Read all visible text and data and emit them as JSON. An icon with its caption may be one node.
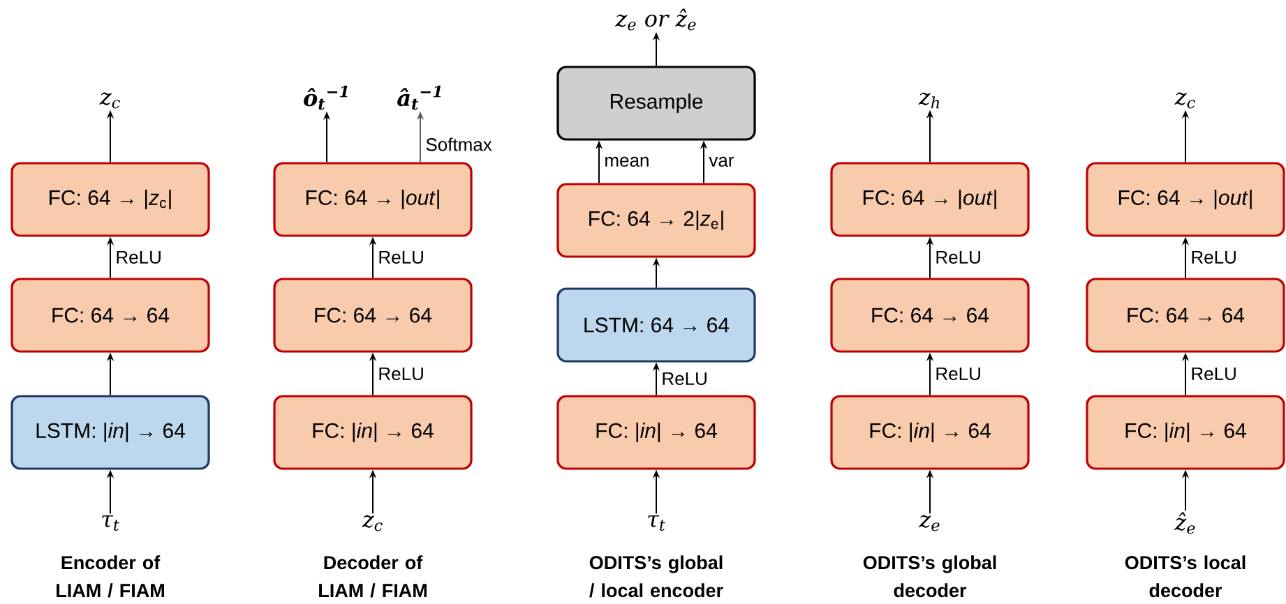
{
  "diagram": {
    "nodes": [
      {
        "text": [
          "z$_{c}$"
        ]
      },
      {
        "text": [
          "FC: 64 → |*z*$_{c}$|"
        ]
      },
      {
        "text": [
          "FC: 64 → 64"
        ]
      },
      {
        "text": [
          "LSTM: |*in*| → 64"
        ]
      },
      {
        "text": [
          "τ$_{t}$"
        ]
      },
      {
        "text": [
          "ô$_{t}$$^{−1}$"
        ]
      },
      {
        "text": [
          "â$_{t}$$^{−1}$"
        ]
      },
      {
        "text": [
          "FC: 64 → |*out*|"
        ]
      },
      {
        "text": [
          "FC: 64 → 64"
        ]
      },
      {
        "text": [
          "FC: |*in*| → 64"
        ]
      },
      {
        "text": [
          "z$_{c}$"
        ]
      },
      {
        "text": [
          "*z*$_{e}$ or *ẑ*$_{e}$"
        ]
      },
      {
        "text": [
          "Resample"
        ]
      },
      {
        "text": [
          "FC: 64 → 2|*z*$_{e}$|"
        ]
      },
      {
        "text": [
          "LSTM: 64 → 64"
        ]
      },
      {
        "text": [
          "FC: |*in*| → 64"
        ]
      },
      {
        "text": [
          "τ$_{t}$"
        ]
      },
      {
        "text": [
          "z$_{h}$"
        ]
      },
      {
        "text": [
          "FC: 64 → |*out*|"
        ]
      },
      {
        "text": [
          "FC: 64 → 64"
        ]
      },
      {
        "text": [
          "FC: |*in*| → 64"
        ]
      },
      {
        "text": [
          "z$_{e}$"
        ]
      },
      {
        "text": [
          "z$_{c}$"
        ]
      },
      {
        "text": [
          "FC: 64 → |*out*|"
        ]
      },
      {
        "text": [
          "FC: 64 → 64"
        ]
      },
      {
        "text": [
          "FC: |*in*| → 64"
        ]
      },
      {
        "text": [
          "ẑ$_{e}$"
        ]
      }
    ],
    "edges": [
      {
        "from": 4,
        "to": 3,
        "arrow": "to"
      },
      {
        "from": 3,
        "to": 2,
        "arrow": "to"
      },
      {
        "from": 2,
        "to": 1,
        "arrow": "to",
        "label": "ReLU"
      },
      {
        "from": 1,
        "to": 0,
        "arrow": "to"
      },
      {
        "from": 10,
        "to": 9,
        "arrow": "to"
      },
      {
        "from": 9,
        "to": 8,
        "arrow": "to",
        "label": "ReLU"
      },
      {
        "from": 8,
        "to": 7,
        "arrow": "to",
        "label": "ReLU"
      },
      {
        "from": 7,
        "to": 5,
        "arrow": "to"
      },
      {
        "from": 7,
        "to": 6,
        "arrow": "to",
        "label": "Softmax",
        "color": "#595959"
      },
      {
        "from": 16,
        "to": 15,
        "arrow": "to"
      },
      {
        "from": 15,
        "to": 14,
        "arrow": "to",
        "label": "ReLU"
      },
      {
        "from": 14,
        "to": 13,
        "arrow": "to"
      },
      {
        "from": 13,
        "to": 12,
        "arrow": "to",
        "label": "mean"
      },
      {
        "from": 13,
        "to": 12,
        "arrow": "to",
        "label": "var"
      },
      {
        "from": 12,
        "to": 11,
        "arrow": "to"
      },
      {
        "from": 21,
        "to": 20,
        "arrow": "to"
      },
      {
        "from": 20,
        "to": 19,
        "arrow": "to",
        "label": "ReLU"
      },
      {
        "from": 19,
        "to": 18,
        "arrow": "to",
        "label": "ReLU"
      },
      {
        "from": 18,
        "to": 17,
        "arrow": "to"
      },
      {
        "from": 26,
        "to": 25,
        "arrow": "to"
      },
      {
        "from": 25,
        "to": 24,
        "arrow": "to",
        "label": "ReLU"
      },
      {
        "from": 24,
        "to": 23,
        "arrow": "to",
        "label": "ReLU"
      },
      {
        "from": 23,
        "to": 22,
        "arrow": "to"
      }
    ],
    "labels": [
      "Encoder of LIAM / FIAM",
      "Decoder of LIAM / FIAM",
      "ODITS’s global / local encoder",
      "ODITS’s global decoder",
      "ODITS’s local decoder"
    ]
  }
}
